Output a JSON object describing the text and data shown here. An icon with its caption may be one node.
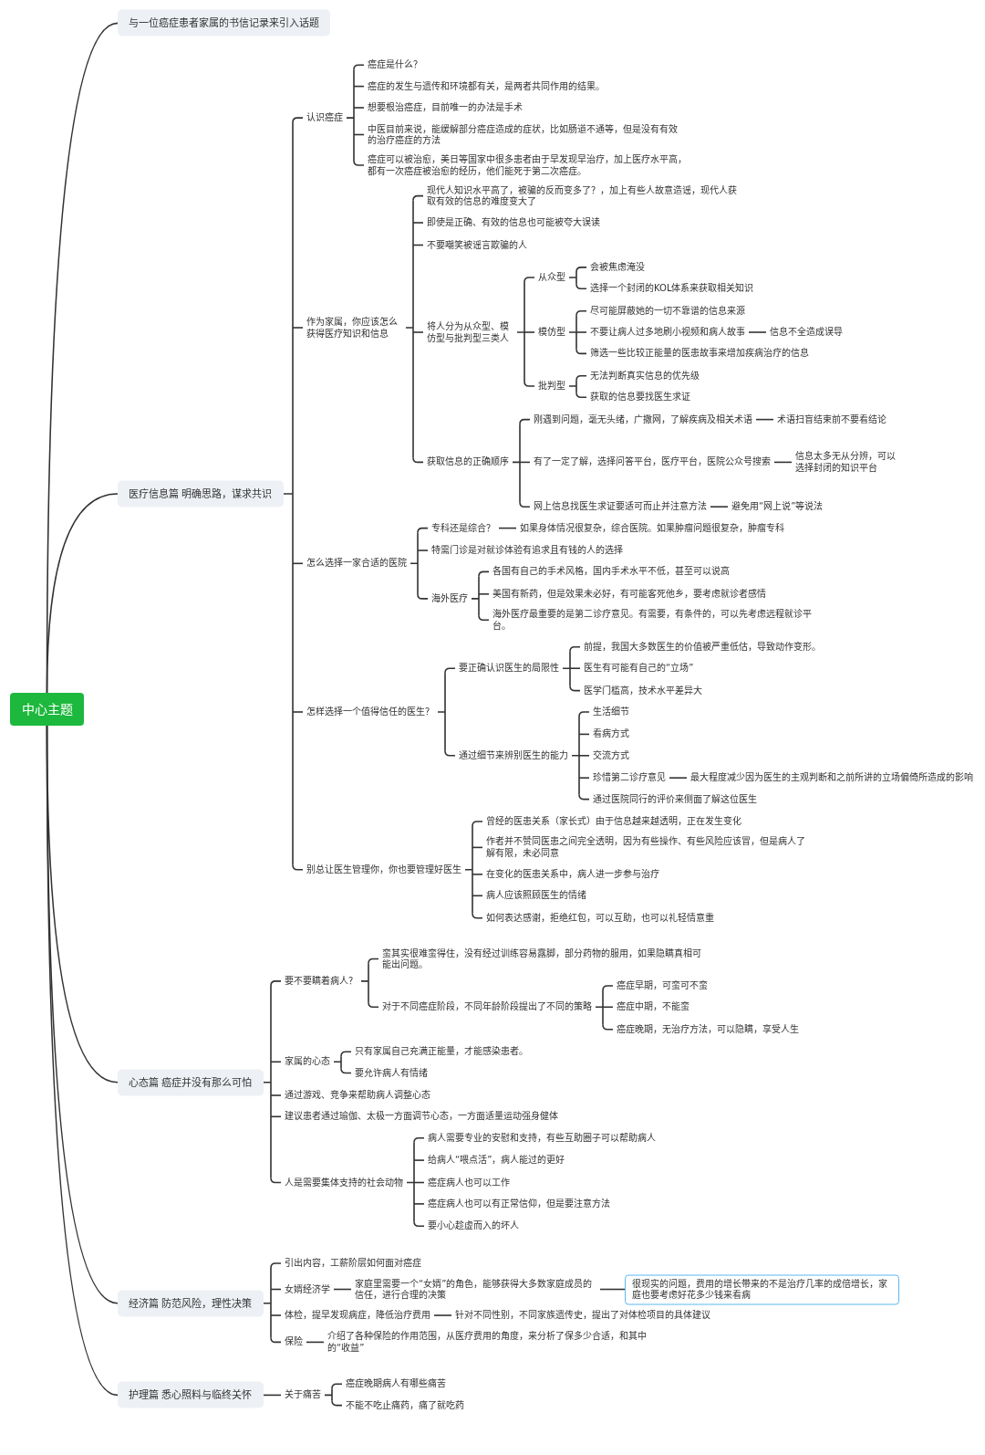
{
  "diagram": {
    "nodes": [
      {
        "text": [
          "中心主题"
        ]
      },
      {
        "text": [
          "与一位癌症患者家属的书信记录来引入话题"
        ]
      },
      {
        "text": [
          "医疗信息篇 明确思路，谋求共识"
        ]
      },
      {
        "text": [
          "心态篇 癌症并没有那么可怕"
        ]
      },
      {
        "text": [
          "经济篇 防范风险，理性决策"
        ]
      },
      {
        "text": [
          "护理篇 悉心照料与临终关怀"
        ]
      },
      {
        "text": [
          "认识癌症"
        ]
      },
      {
        "text": [
          "癌症是什么？"
        ]
      },
      {
        "text": [
          "癌症的发生与遗传和环境都有关，是两者共同作用的结果。"
        ]
      },
      {
        "text": [
          "想要根治癌症，目前唯一的办法是手术"
        ]
      },
      {
        "text": [
          "中医目前来说，能缓解部分癌症造成的症状，比如肠道不通等，但是没有有效的治疗癌症的方法"
        ]
      },
      {
        "text": [
          "癌症可以被治愈，美日等国家中很多患者由于早发现早治疗，加上医疗水平高，都有一次癌症被治愈的经历，他们能死于第二次癌症。"
        ]
      },
      {
        "text": [
          "作为家属，你应该怎么获得医疗知识和信息"
        ]
      },
      {
        "text": [
          "现代人知识水平高了，被骗的反而变多了？，加上有些人故意造谣，现代人获取有效的信息的难度变大了"
        ]
      },
      {
        "text": [
          "即使是正确、有效的信息也可能被夸大误读"
        ]
      },
      {
        "text": [
          "不要嘲笑被谣言欺骗的人"
        ]
      },
      {
        "text": [
          "将人分为从众型、模仿型与批判型三类人"
        ]
      },
      {
        "text": [
          "从众型"
        ]
      },
      {
        "text": [
          "会被焦虑淹没"
        ]
      },
      {
        "text": [
          "选择一个封闭的KOL体系来获取相关知识"
        ]
      },
      {
        "text": [
          "模仿型"
        ]
      },
      {
        "text": [
          "尽可能屏蔽她的一切不靠谱的信息来源"
        ]
      },
      {
        "text": [
          "不要让病人过多地刷小视频和病人故事"
        ]
      },
      {
        "text": [
          "信息不全造成误导"
        ]
      },
      {
        "text": [
          "筛选一些比较正能量的医患故事来增加疾病治疗的信息"
        ]
      },
      {
        "text": [
          "批判型"
        ]
      },
      {
        "text": [
          "无法判断真实信息的优先级"
        ]
      },
      {
        "text": [
          "获取的信息要找医生求证"
        ]
      },
      {
        "text": [
          "获取信息的正确顺序"
        ]
      },
      {
        "text": [
          "刚遇到问题，毫无头绪，广撒网，了解疾病及相关术语"
        ]
      },
      {
        "text": [
          "术语扫盲结束前不要看结论"
        ]
      },
      {
        "text": [
          "有了一定了解，选择问答平台，医疗平台，医院公众号搜索"
        ]
      },
      {
        "text": [
          "信息太多无从分辨，可以选择封闭的知识平台"
        ]
      },
      {
        "text": [
          "网上信息找医生求证要适可而止并注意方法"
        ]
      },
      {
        "text": [
          "避免用“网上说”等说法"
        ]
      },
      {
        "text": [
          "怎么选择一家合适的医院"
        ]
      },
      {
        "text": [
          "专科还是综合？"
        ]
      },
      {
        "text": [
          "如果身体情况很复杂，综合医院。如果肿瘤问题很复杂，肿瘤专科"
        ]
      },
      {
        "text": [
          "特需门诊是对就诊体验有追求且有钱的人的选择"
        ]
      },
      {
        "text": [
          "海外医疗"
        ]
      },
      {
        "text": [
          "各国有自己的手术风格，国内手术水平不低，甚至可以说高"
        ]
      },
      {
        "text": [
          "美国有新药，但是效果未必好，有可能客死他乡，要考虑就诊者感情"
        ]
      },
      {
        "text": [
          "海外医疗最重要的是第二诊疗意见。有需要，有条件的，可以先考虑远程就诊平台。"
        ]
      },
      {
        "text": [
          "怎样选择一个值得信任的医生？"
        ]
      },
      {
        "text": [
          "要正确认识医生的局限性"
        ]
      },
      {
        "text": [
          "前提，我国大多数医生的价值被严重低估，导致动作变形。"
        ]
      },
      {
        "text": [
          "医生有可能有自己的“立场”"
        ]
      },
      {
        "text": [
          "医学门槛高，技术水平差异大"
        ]
      },
      {
        "text": [
          "通过细节来辨别医生的能力"
        ]
      },
      {
        "text": [
          "生活细节"
        ]
      },
      {
        "text": [
          "看病方式"
        ]
      },
      {
        "text": [
          "交流方式"
        ]
      },
      {
        "text": [
          "珍惜第二诊疗意见"
        ]
      },
      {
        "text": [
          "最大程度减少因为医生的主观判断和之前所讲的立场偏倚所造成的影响"
        ]
      },
      {
        "text": [
          "通过医院同行的评价来侧面了解这位医生"
        ]
      },
      {
        "text": [
          "别总让医生管理你，你也要管理好医生"
        ]
      },
      {
        "text": [
          "曾经的医患关系（家长式）由于信息越来越透明，正在发生变化"
        ]
      },
      {
        "text": [
          "作者并不赞同医患之间完全透明，因为有些操作、有些风险应该冒，但是病人了解有限，未必同意"
        ]
      },
      {
        "text": [
          "在变化的医患关系中，病人进一步参与治疗"
        ]
      },
      {
        "text": [
          "病人应该照顾医生的情绪"
        ]
      },
      {
        "text": [
          "如何表达感谢，拒绝红包，可以互助，也可以礼轻情意重"
        ]
      },
      {
        "text": [
          "要不要瞒着病人？"
        ]
      },
      {
        "text": [
          "蛮其实很难蛮得住，没有经过训练容易露脚，部分药物的服用，如果隐瞒真相可能出问题。"
        ]
      },
      {
        "text": [
          "对于不同癌症阶段，不同年龄阶段提出了不同的策略"
        ]
      },
      {
        "text": [
          "癌症早期，可蛮可不蛮"
        ]
      },
      {
        "text": [
          "癌症中期，不能蛮"
        ]
      },
      {
        "text": [
          "癌症晚期，无治疗方法，可以隐瞒，享受人生"
        ]
      },
      {
        "text": [
          "家属的心态"
        ]
      },
      {
        "text": [
          "只有家属自己充满正能量，才能感染患者。"
        ]
      },
      {
        "text": [
          "要允许病人有情绪"
        ]
      },
      {
        "text": [
          "通过游戏、竞争来帮助病人调整心态"
        ]
      },
      {
        "text": [
          "建议患者通过瑜伽、太极一方面调节心态，一方面适量运动强身健体"
        ]
      },
      {
        "text": [
          "人是需要集体支持的社会动物"
        ]
      },
      {
        "text": [
          "病人需要专业的安慰和支持，有些互助圈子可以帮助病人"
        ]
      },
      {
        "text": [
          "给病人“喂点活”，病人能过的更好"
        ]
      },
      {
        "text": [
          "癌症病人也可以工作"
        ]
      },
      {
        "text": [
          "癌症病人也可以有正常信仰，但是要注意方法"
        ]
      },
      {
        "text": [
          "要小心趁虚而入的坏人"
        ]
      },
      {
        "text": [
          "引出内容，工薪阶层如何面对癌症"
        ]
      },
      {
        "text": [
          "女婿经济学"
        ]
      },
      {
        "text": [
          "家庭里需要一个“女婿”的角色，能够获得大多数家庭成员的信任，进行合理的决策"
        ]
      },
      {
        "text": [
          "很现实的问题，费用的增长带来的不是治疗几率的成倍增长，家庭也要考虑好花多少钱来看病"
        ]
      },
      {
        "text": [
          "体检，提早发现病症，降低治疗费用"
        ]
      },
      {
        "text": [
          "针对不同性别，不同家族遗传史，提出了对体检项目的具体建议"
        ]
      },
      {
        "text": [
          "保险"
        ]
      },
      {
        "text": [
          "介绍了各种保险的作用范围，从医疗费用的角度，来分析了保多少合适，和其中的“收益”"
        ]
      },
      {
        "text": [
          "关于痛苦"
        ]
      },
      {
        "text": [
          "癌症晚期病人有哪些痛苦"
        ]
      },
      {
        "text": [
          "不能不吃止痛药，痛了就吃药"
        ]
      }
    ],
    "edges": [
      {
        "from": 0,
        "to": 1,
        "arrow": "none"
      },
      {
        "from": 0,
        "to": 2,
        "arrow": "none"
      },
      {
        "from": 0,
        "to": 3,
        "arrow": "none"
      },
      {
        "from": 0,
        "to": 4,
        "arrow": "none"
      },
      {
        "from": 0,
        "to": 5,
        "arrow": "none"
      },
      {
        "from": 2,
        "to": 6,
        "arrow": "none"
      },
      {
        "from": 6,
        "to": 7,
        "arrow": "none"
      },
      {
        "from": 6,
        "to": 8,
        "arrow": "none"
      },
      {
        "from": 6,
        "to": 9,
        "arrow": "none"
      },
      {
        "from": 6,
        "to": 10,
        "arrow": "none"
      },
      {
        "from": 6,
        "to": 11,
        "arrow": "none"
      },
      {
        "from": 2,
        "to": 12,
        "arrow": "none"
      },
      {
        "from": 12,
        "to": 13,
        "arrow": "none"
      },
      {
        "from": 12,
        "to": 14,
        "arrow": "none"
      },
      {
        "from": 12,
        "to": 15,
        "arrow": "none"
      },
      {
        "from": 12,
        "to": 16,
        "arrow": "none"
      },
      {
        "from": 12,
        "to": 28,
        "arrow": "none"
      },
      {
        "from": 16,
        "to": 17,
        "arrow": "none"
      },
      {
        "from": 16,
        "to": 20,
        "arrow": "none"
      },
      {
        "from": 16,
        "to": 25,
        "arrow": "none"
      },
      {
        "from": 17,
        "to": 18,
        "arrow": "none"
      },
      {
        "from": 17,
        "to": 19,
        "arrow": "none"
      },
      {
        "from": 20,
        "to": 21,
        "arrow": "none"
      },
      {
        "from": 20,
        "to": 22,
        "arrow": "none"
      },
      {
        "from": 20,
        "to": 24,
        "arrow": "none"
      },
      {
        "from": 22,
        "to": 23,
        "arrow": "none"
      },
      {
        "from": 25,
        "to": 26,
        "arrow": "none"
      },
      {
        "from": 25,
        "to": 27,
        "arrow": "none"
      },
      {
        "from": 28,
        "to": 29,
        "arrow": "none"
      },
      {
        "from": 28,
        "to": 31,
        "arrow": "none"
      },
      {
        "from": 28,
        "to": 33,
        "arrow": "none"
      },
      {
        "from": 29,
        "to": 30,
        "arrow": "none"
      },
      {
        "from": 31,
        "to": 32,
        "arrow": "none"
      },
      {
        "from": 33,
        "to": 34,
        "arrow": "none"
      },
      {
        "from": 2,
        "to": 35,
        "arrow": "none"
      },
      {
        "from": 35,
        "to": 36,
        "arrow": "none"
      },
      {
        "from": 35,
        "to": 38,
        "arrow": "none"
      },
      {
        "from": 35,
        "to": 39,
        "arrow": "none"
      },
      {
        "from": 36,
        "to": 37,
        "arrow": "none"
      },
      {
        "from": 39,
        "to": 40,
        "arrow": "none"
      },
      {
        "from": 39,
        "to": 41,
        "arrow": "none"
      },
      {
        "from": 39,
        "to": 42,
        "arrow": "none"
      },
      {
        "from": 2,
        "to": 43,
        "arrow": "none"
      },
      {
        "from": 43,
        "to": 44,
        "arrow": "none"
      },
      {
        "from": 43,
        "to": 48,
        "arrow": "none"
      },
      {
        "from": 44,
        "to": 45,
        "arrow": "none"
      },
      {
        "from": 44,
        "to": 46,
        "arrow": "none"
      },
      {
        "from": 44,
        "to": 47,
        "arrow": "none"
      },
      {
        "from": 48,
        "to": 49,
        "arrow": "none"
      },
      {
        "from": 48,
        "to": 50,
        "arrow": "none"
      },
      {
        "from": 48,
        "to": 51,
        "arrow": "none"
      },
      {
        "from": 48,
        "to": 52,
        "arrow": "none"
      },
      {
        "from": 48,
        "to": 54,
        "arrow": "none"
      },
      {
        "from": 52,
        "to": 53,
        "arrow": "none"
      },
      {
        "from": 2,
        "to": 55,
        "arrow": "none"
      },
      {
        "from": 55,
        "to": 56,
        "arrow": "none"
      },
      {
        "from": 55,
        "to": 57,
        "arrow": "none"
      },
      {
        "from": 55,
        "to": 58,
        "arrow": "none"
      },
      {
        "from": 55,
        "to": 59,
        "arrow": "none"
      },
      {
        "from": 55,
        "to": 60,
        "arrow": "none"
      },
      {
        "from": 3,
        "to": 61,
        "arrow": "none"
      },
      {
        "from": 61,
        "to": 62,
        "arrow": "none"
      },
      {
        "from": 61,
        "to": 63,
        "arrow": "none"
      },
      {
        "from": 63,
        "to": 64,
        "arrow": "none"
      },
      {
        "from": 63,
        "to": 65,
        "arrow": "none"
      },
      {
        "from": 63,
        "to": 66,
        "arrow": "none"
      },
      {
        "from": 3,
        "to": 67,
        "arrow": "none"
      },
      {
        "from": 67,
        "to": 68,
        "arrow": "none"
      },
      {
        "from": 67,
        "to": 69,
        "arrow": "none"
      },
      {
        "from": 3,
        "to": 70,
        "arrow": "none"
      },
      {
        "from": 3,
        "to": 71,
        "arrow": "none"
      },
      {
        "from": 3,
        "to": 72,
        "arrow": "none"
      },
      {
        "from": 72,
        "to": 73,
        "arrow": "none"
      },
      {
        "from": 72,
        "to": 74,
        "arrow": "none"
      },
      {
        "from": 72,
        "to": 75,
        "arrow": "none"
      },
      {
        "from": 72,
        "to": 76,
        "arrow": "none"
      },
      {
        "from": 72,
        "to": 77,
        "arrow": "none"
      },
      {
        "from": 4,
        "to": 78,
        "arrow": "none"
      },
      {
        "from": 4,
        "to": 79,
        "arrow": "none"
      },
      {
        "from": 79,
        "to": 80,
        "arrow": "none"
      },
      {
        "from": 80,
        "to": 81,
        "arrow": "none"
      },
      {
        "from": 4,
        "to": 82,
        "arrow": "none"
      },
      {
        "from": 82,
        "to": 83,
        "arrow": "none"
      },
      {
        "from": 4,
        "to": 84,
        "arrow": "none"
      },
      {
        "from": 84,
        "to": 85,
        "arrow": "none"
      },
      {
        "from": 5,
        "to": 86,
        "arrow": "none"
      },
      {
        "from": 86,
        "to": 87,
        "arrow": "none"
      },
      {
        "from": 86,
        "to": 88,
        "arrow": "none"
      }
    ]
  }
}
